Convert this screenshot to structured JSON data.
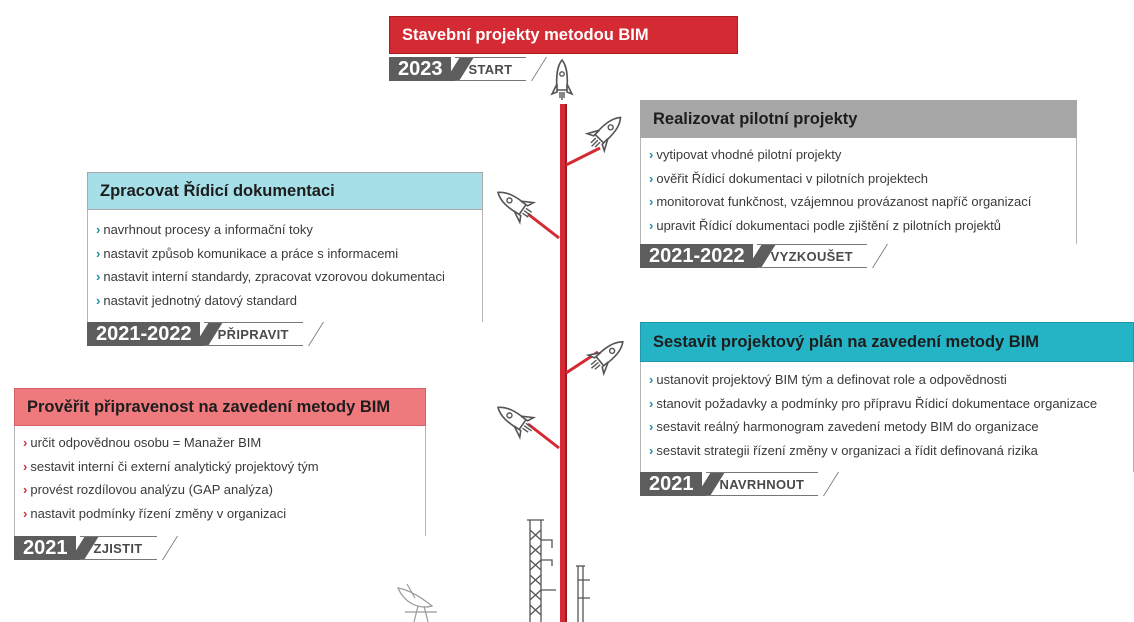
{
  "colors": {
    "red": "#d42a33",
    "teal": "#24b4c6",
    "gray": "#a7a7a7",
    "lightblue": "#a6dfe8",
    "salmon": "#ef7a7e",
    "year_bg": "#5d5d5d"
  },
  "start": {
    "title": "Stavební projekty metodou BIM",
    "year": "2023",
    "phase": "START"
  },
  "cards": {
    "pilot": {
      "title": "Realizovat pilotní projekty",
      "items": [
        "vytipovat vhodné pilotní projekty",
        "ověřit Řídicí dokumentaci v pilotních projektech",
        "monitorovat funkčnost, vzájemnou provázanost napříč organizací",
        "upravit Řídicí dokumentaci podle zjištění z pilotních projektů"
      ],
      "year": "2021-2022",
      "phase": "VYZKOUŠET"
    },
    "docs": {
      "title": "Zpracovat Řídicí dokumentaci",
      "items": [
        "navrhnout procesy a informační toky",
        "nastavit způsob komunikace a práce s informacemi",
        "nastavit interní standardy, zpracovat vzorovou dokumentaci",
        "nastavit jednotný datový standard"
      ],
      "year": "2021-2022",
      "phase": "PŘIPRAVIT"
    },
    "plan": {
      "title": "Sestavit projektový plán na zavedení metody BIM",
      "items": [
        "ustanovit projektový BIM tým a definovat role a odpovědnosti",
        "stanovit požadavky a podmínky pro přípravu Řídicí dokumentace organizace",
        "sestavit reálný harmonogram zavedení metody BIM do organizace",
        "sestavit strategii řízení změny v organizaci a řídit definovaná rizika"
      ],
      "year": "2021",
      "phase": "NAVRHNOUT"
    },
    "readiness": {
      "title": "Prověřit připravenost na zavedení metody BIM",
      "items": [
        "určit odpovědnou osobu = Manažer BIM",
        "sestavit interní či externí analytický projektový tým",
        "provést rozdílovou analýzu (GAP analýza)",
        "nastavit podmínky řízení změny v organizaci"
      ],
      "year": "2021",
      "phase": "ZJISTIT"
    }
  },
  "icons": {
    "chevron": "›",
    "rocket": "rocket-icon",
    "tower": "launch-tower-icon",
    "satellite": "satellite-dish-icon"
  }
}
